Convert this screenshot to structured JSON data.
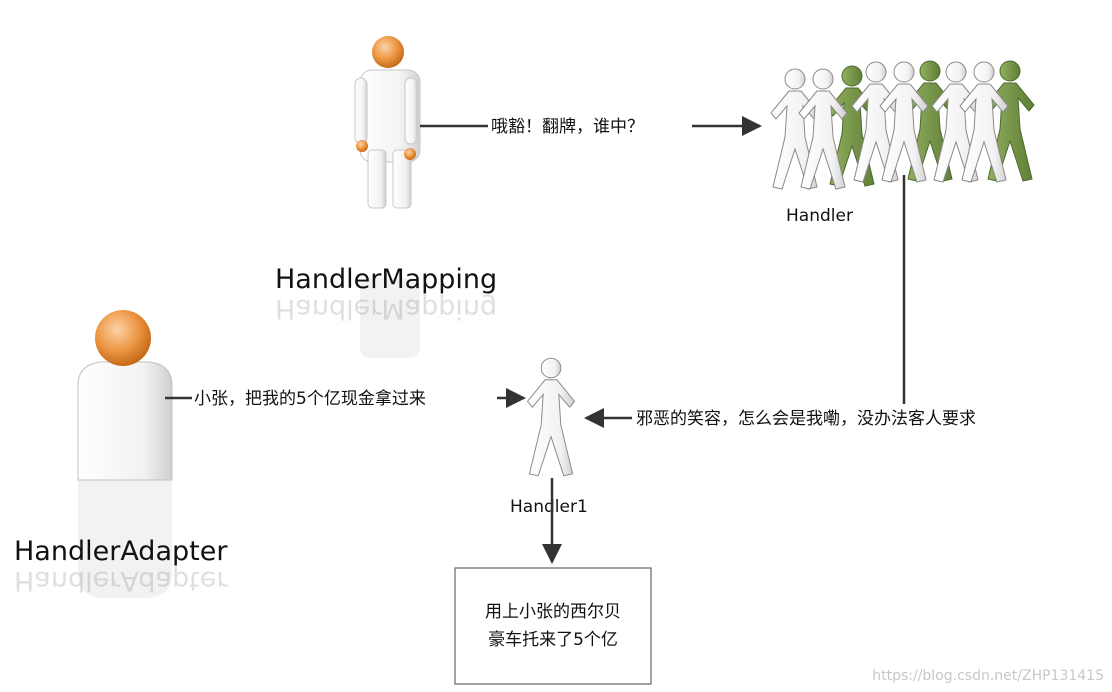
{
  "actors": {
    "mapping": {
      "label": "HandlerMapping"
    },
    "handlers": {
      "label": "Handler"
    },
    "adapter": {
      "label": "HandlerAdapter"
    },
    "handler1": {
      "label": "Handler1"
    }
  },
  "messages": {
    "mapping_to_handlers": "哦豁！翻牌，谁中？",
    "adapter_to_handler1": "小张，把我的5个亿现金拿过来",
    "handlers_to_handler1": "邪恶的笑容，怎么会是我嘞，没办法客人要求"
  },
  "result_box": {
    "line1": "用上小张的西尔贝",
    "line2": "豪车托来了5个亿"
  },
  "watermark": "https://blog.csdn.net/ZHP131415",
  "colors": {
    "head_orange": "#e8903a",
    "figure_green": "#7a9a4a",
    "line": "#333333"
  }
}
